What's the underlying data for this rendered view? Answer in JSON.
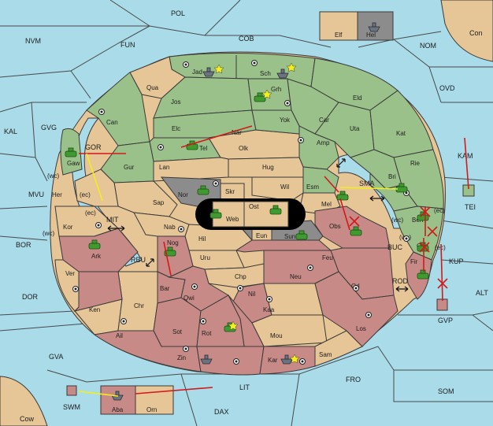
{
  "colors": {
    "sea": "#a9dbe9",
    "neutral_land": "#e6c596",
    "green_power": "#9bc18a",
    "red_power": "#c88a86",
    "impassable": "#8c8c8c",
    "army": "#3f9a2f",
    "fleet": "#6b7280",
    "move_order": "#d11a1a",
    "support_order": "#f2ef1c"
  },
  "sea_labels": {
    "pol": "POL",
    "nvm": "NVM",
    "fun": "FUN",
    "cob": "COB",
    "nom": "NOM",
    "con": "Con",
    "ovd": "OVD",
    "kal": "KAL",
    "gvg": "GVG",
    "gor": "GOR",
    "mvu": "MVU",
    "mit": "MIT",
    "bor": "BOR",
    "rbu": "RBU",
    "dor": "DOR",
    "gva": "GVA",
    "sma": "SMA",
    "kam": "KAM",
    "tei": "TEI",
    "buc": "BUC",
    "kup": "KUP",
    "rod": "ROD",
    "alt": "ALT",
    "gvp": "GVP",
    "fro": "FRO",
    "som": "SOM",
    "lit": "LIT",
    "dax": "DAX",
    "swm": "SWM",
    "cow": "Cow"
  },
  "land_labels": {
    "elf": "Elf",
    "hel": "Hel",
    "jad": "Jad",
    "sch": "Sch",
    "qua": "Qua",
    "jos": "Jos",
    "grh": "Grh",
    "eld": "Eld",
    "can": "Can",
    "yok": "Yok",
    "car": "Car",
    "uta": "Uta",
    "elc": "Elc",
    "nar": "Nar",
    "kat": "Kat",
    "tel": "Tel",
    "olk": "Olk",
    "amp": "Amp",
    "gaw": "Gaw",
    "gur": "Gur",
    "lan": "Lan",
    "hug": "Hug",
    "rie": "Rie",
    "bri": "Bri",
    "wil": "Wil",
    "esm": "Esm",
    "nor": "Nor",
    "skr": "Skr",
    "ost": "Ost",
    "her": "Her",
    "sap": "Sap",
    "web": "Web",
    "mel": "Mel",
    "ben": "Ben",
    "kor": "Kor",
    "nab": "Nab",
    "eun": "Eun",
    "sun": "Sun",
    "obs": "Obs",
    "ark": "Ark",
    "nog": "Nog",
    "hil": "Hil",
    "gna": "Gna",
    "uru": "Uru",
    "feu": "Feu",
    "fir": "Fir",
    "ver": "Ver",
    "chp": "Chp",
    "neu": "Neu",
    "orl": "Orl",
    "bar": "Bar",
    "qwi": "Qwi",
    "nil": "Nil",
    "ken": "Ken",
    "chr": "Chr",
    "kaa": "Kaa",
    "ail": "Ail",
    "rot": "Rot",
    "sot": "Sot",
    "los": "Los",
    "mou": "Mou",
    "zin": "Zin",
    "kar": "Kar",
    "sam": "Sam",
    "aba": "Aba",
    "orn": "Orn"
  },
  "coast_labels": {
    "wc1": "(wc)",
    "ec1": "(ec)",
    "ec2": "(ec)",
    "wc2": "(wc)",
    "wc3": "(wc)",
    "ec3": "(ec)",
    "wc4": "(wc)",
    "ec4": "(ec)"
  }
}
